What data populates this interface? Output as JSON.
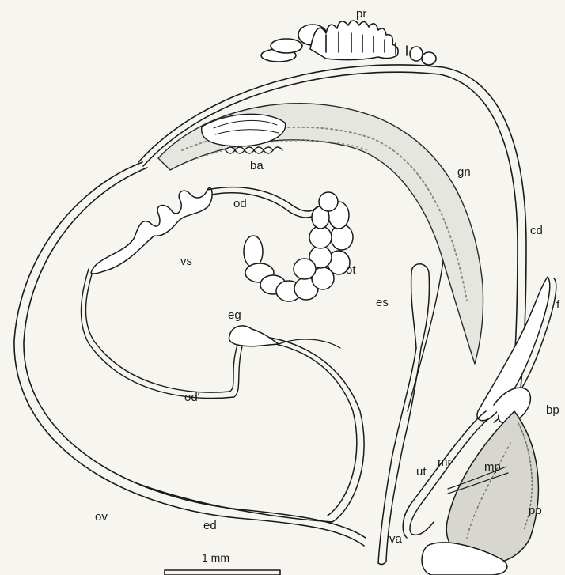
{
  "labels": {
    "pr": "pr",
    "ba": "ba",
    "gn": "gn",
    "od": "od",
    "cd": "cd",
    "vs": "vs",
    "ot": "ot",
    "es": "es",
    "f": "f",
    "eg": "eg",
    "od2": "od'",
    "bp": "bp",
    "mr": "mr",
    "ut": "ut",
    "mp": "mp",
    "pp": "pp",
    "ov": "ov",
    "ed": "ed",
    "va": "va"
  },
  "scale_bar": {
    "label": "1 mm"
  },
  "colors": {
    "ink": "#1a1a1a",
    "paper": "#f6f5ef",
    "stipple": "#b9b9b2"
  }
}
